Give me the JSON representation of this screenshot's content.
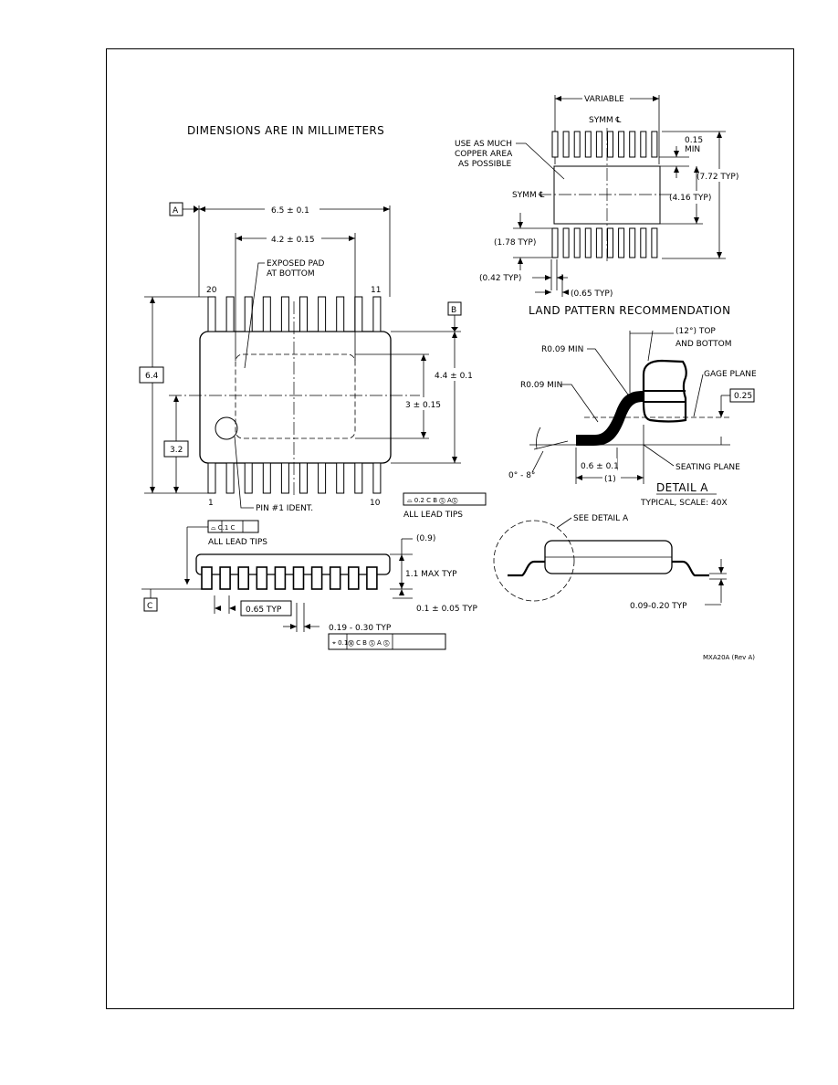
{
  "drawing": {
    "title": "DIMENSIONS ARE IN MILLIMETERS",
    "land_pattern_title": "LAND PATTERN RECOMMENDATION",
    "drawing_code": "MXA20A (Rev A)"
  },
  "top_view": {
    "datum_a": "A",
    "datum_b": "B",
    "body_width": "6.5 ± 0.1",
    "pad_width": "4.2 ± 0.15",
    "exposed_pad_note_1": "EXPOSED PAD",
    "exposed_pad_note_2": "AT BOTTOM",
    "pin_20": "20",
    "pin_11": "11",
    "pin_1": "1",
    "pin_10": "10",
    "overall_height": "6.4",
    "half_height": "3.2",
    "body_height": "4.4 ± 0.1",
    "pad_height": "3 ± 0.15",
    "pin1_ident": "PIN #1 IDENT.",
    "tol_frame": "⌓ 0.2 C B Ⓢ AⓈ",
    "all_lead_tips": "ALL LEAD TIPS"
  },
  "side_view": {
    "tol_frame": "⌓ C.1 C",
    "all_lead_tips": "ALL LEAD TIPS",
    "datum_c": "C",
    "pitch": "0.65 TYP",
    "height_ref": "(0.9)",
    "max_height": "1.1 MAX TYP",
    "standoff": "0.1 ± 0.05 TYP",
    "lead_width": "0.19 - 0.30 TYP",
    "position_frame": "⌖ 0.1Ⓜ C B Ⓢ A Ⓢ"
  },
  "land_pattern": {
    "variable": "VARIABLE",
    "symm_top": "SYMM ℄",
    "symm_left": "SYMM ℄",
    "copper_note_1": "USE AS MUCH",
    "copper_note_2": "COPPER AREA",
    "copper_note_3": "AS POSSIBLE",
    "pad_gap_1": "0.15",
    "pad_gap_2": "MIN",
    "overall": "(7.72 TYP)",
    "pad_area": "(4.16 TYP)",
    "pad_length": "(1.78 TYP)",
    "pad_width": "(0.42 TYP)",
    "pad_pitch": "(0.65 TYP)"
  },
  "detail": {
    "angle_1": "(12°) TOP",
    "angle_2": "AND BOTTOM",
    "r1": "R0.09 MIN",
    "r2": "R0.09 MIN",
    "gage_plane": "GAGE PLANE",
    "gage_value": "0.25",
    "seating_plane": "SEATING PLANE",
    "angle_range": "0° - 8°",
    "lead_length": "0.6 ± 0.1",
    "footprint": "(1)",
    "title": "DETAIL A",
    "scale": "TYPICAL, SCALE: 40X"
  },
  "end_view": {
    "see_detail": "SEE DETAIL A",
    "standoff_range": "0.09-0.20 TYP"
  }
}
